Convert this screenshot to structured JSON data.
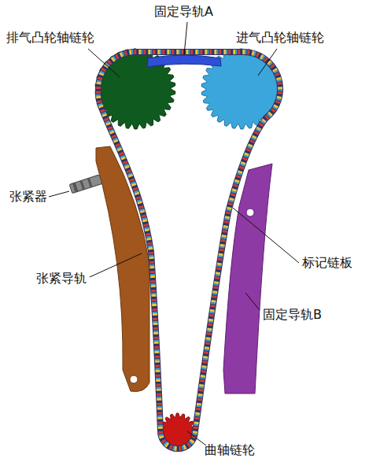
{
  "diagram": {
    "labels": [
      "固定导轨A",
      "排气凸轮轴链轮",
      "进气凸轮轴链轮",
      "张紧器",
      "张紧导轨",
      "标记链板",
      "固定导轨B",
      "曲轴链轮"
    ]
  }
}
